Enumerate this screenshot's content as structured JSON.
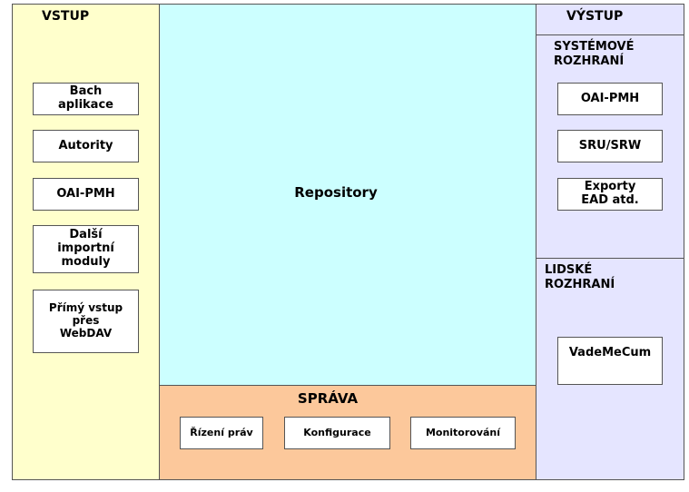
{
  "input": {
    "title": "VSTUP",
    "modules": [
      "Bach\naplikace",
      "Autority",
      "OAI-PMH",
      "Další\nimportní\nmoduly",
      "Přímý vstup\npřes\nWebDAV"
    ]
  },
  "repository": {
    "title": "Repository"
  },
  "management": {
    "title": "SPRÁVA",
    "modules": [
      "Řízení práv",
      "Konfigurace",
      "Monitorování"
    ]
  },
  "output": {
    "title": "VÝSTUP",
    "system_interfaces": {
      "title": "SYSTÉMOVÉ\nROZHRANÍ",
      "modules": [
        "OAI-PMH",
        "SRU/SRW",
        "Exporty\nEAD atd."
      ]
    },
    "human_interfaces": {
      "title": "LIDSKÉ\nROZHRANÍ",
      "modules": [
        "VadeMeCum"
      ]
    }
  }
}
